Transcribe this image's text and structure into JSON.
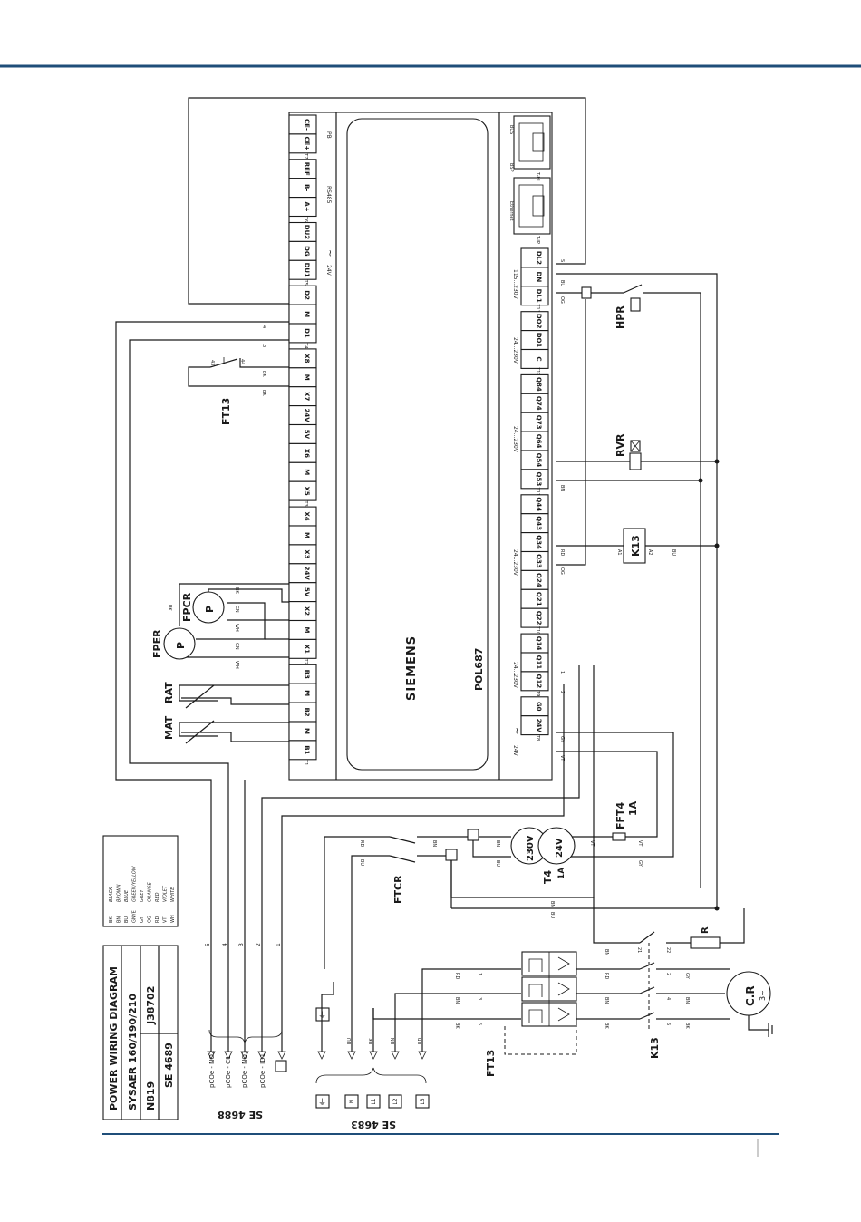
{
  "brand": "SIEMENS",
  "controller": "POL687",
  "title_block": {
    "title": "POWER WIRING DIAGRAM",
    "model": "SYSAER 160/190/210",
    "code_a": "N819",
    "code_b": "J38702",
    "drawing": "SE 4689"
  },
  "colour_legend": [
    {
      "code": "BK",
      "name": "BLACK"
    },
    {
      "code": "BN",
      "name": "BROWN"
    },
    {
      "code": "BU",
      "name": "BLUE"
    },
    {
      "code": "GNYE",
      "name": "GREEN/YELLOW"
    },
    {
      "code": "GY",
      "name": "GREY"
    },
    {
      "code": "OG",
      "name": "ORANGE"
    },
    {
      "code": "RD",
      "name": "RED"
    },
    {
      "code": "VT",
      "name": "VIOLET"
    },
    {
      "code": "WH",
      "name": "WHITE"
    }
  ],
  "left_terminals": [
    {
      "label": "CE-",
      "group": ""
    },
    {
      "label": "CE+",
      "group": "T7"
    },
    {
      "label": "REF",
      "group": ""
    },
    {
      "label": "B-",
      "group": ""
    },
    {
      "label": "A+",
      "group": "T6"
    },
    {
      "label": "DU2",
      "group": ""
    },
    {
      "label": "DG",
      "group": ""
    },
    {
      "label": "DU1",
      "group": "T5"
    },
    {
      "label": "D2",
      "group": ""
    },
    {
      "label": "M",
      "group": ""
    },
    {
      "label": "D1",
      "group": "T4"
    },
    {
      "label": "X8",
      "group": ""
    },
    {
      "label": "M",
      "group": ""
    },
    {
      "label": "X7",
      "group": ""
    },
    {
      "label": "24V",
      "group": ""
    },
    {
      "label": "5V",
      "group": ""
    },
    {
      "label": "X6",
      "group": ""
    },
    {
      "label": "M",
      "group": ""
    },
    {
      "label": "X5",
      "group": "T3"
    },
    {
      "label": "X4",
      "group": ""
    },
    {
      "label": "M",
      "group": ""
    },
    {
      "label": "X3",
      "group": ""
    },
    {
      "label": "24V",
      "group": ""
    },
    {
      "label": "5V",
      "group": ""
    },
    {
      "label": "X2",
      "group": ""
    },
    {
      "label": "M",
      "group": ""
    },
    {
      "label": "X1",
      "group": "T2"
    },
    {
      "label": "B3",
      "group": ""
    },
    {
      "label": "M",
      "group": ""
    },
    {
      "label": "B2",
      "group": ""
    },
    {
      "label": "M",
      "group": ""
    },
    {
      "label": "B1",
      "group": "T1"
    }
  ],
  "right_terminals": [
    {
      "label": "DL2",
      "group": ""
    },
    {
      "label": "DN",
      "group": ""
    },
    {
      "label": "DL1",
      "group": "T13"
    },
    {
      "label": "DO2",
      "group": ""
    },
    {
      "label": "DO1",
      "group": ""
    },
    {
      "label": "C",
      "group": "T12"
    },
    {
      "label": "Q84",
      "group": ""
    },
    {
      "label": "Q74",
      "group": ""
    },
    {
      "label": "Q73",
      "group": ""
    },
    {
      "label": "Q64",
      "group": ""
    },
    {
      "label": "Q54",
      "group": ""
    },
    {
      "label": "Q53",
      "group": "T11"
    },
    {
      "label": "Q44",
      "group": ""
    },
    {
      "label": "Q43",
      "group": ""
    },
    {
      "label": "Q34",
      "group": ""
    },
    {
      "label": "Q33",
      "group": ""
    },
    {
      "label": "Q24",
      "group": ""
    },
    {
      "label": "Q21",
      "group": ""
    },
    {
      "label": "Q22",
      "group": "T10"
    },
    {
      "label": "Q14",
      "group": ""
    },
    {
      "label": "Q11",
      "group": ""
    },
    {
      "label": "Q12",
      "group": "T9"
    },
    {
      "label": "G0",
      "group": ""
    },
    {
      "label": "24V",
      "group": "T8"
    }
  ],
  "side_labels": {
    "pb": "PB",
    "rs485": "RS485",
    "v24_left": "24V",
    "bus": "BUS",
    "bsp": "BSP",
    "t_hi": "T-HI",
    "ethernet": "Ethernet",
    "t_ip": "T-IP",
    "v115_230": "115...230V",
    "v24_230_a": "24...230V",
    "v24_230_b": "24...230V",
    "v24_230_c": "24...230V",
    "v24_230_d": "24...230V",
    "v24_right": "24V"
  },
  "components": {
    "fper": "FPER",
    "fpcr": "FPCR",
    "rat": "RAT",
    "mat": "MAT",
    "ft13_top": "FT13",
    "hpr": "HPR",
    "rvr": "RVR",
    "k13_coil": "K13",
    "fft4": "FFT4",
    "fft4_rating": "1A",
    "t4": "T4",
    "t4_rating": "1A",
    "t4_primary": "230V",
    "t4_secondary": "24V",
    "ftcr": "FTCR",
    "r": "R",
    "cr": "C.R",
    "cr_phase": "3~",
    "ft13_bottom": "FT13",
    "k13_bottom": "K13"
  },
  "wire_labels": {
    "bk": "BK",
    "bn": "BN",
    "bu": "BU",
    "gn": "GN",
    "wh": "WH",
    "rd": "RD",
    "og": "OG",
    "gy": "GY",
    "vt": "VT",
    "s": "S",
    "p": "P",
    "n1": "1",
    "n2": "2",
    "n3": "3",
    "n4": "4",
    "n5": "5",
    "c43": "43",
    "c44": "44",
    "a1": "A1",
    "a2": "A2",
    "k21": "21",
    "k22": "22",
    "k2": "2",
    "k4": "4",
    "k6": "6",
    "k1": "1",
    "k3": "3",
    "k5": "5"
  },
  "terminal_block_4688": {
    "label": "SE 4688",
    "pins": [
      "pCOe - NO2",
      "pCOe - C1",
      "pCOe - NO1",
      "pCOe - ID1"
    ],
    "numbers": [
      "5",
      "4",
      "3",
      "2",
      "1"
    ]
  },
  "terminal_block_4683": {
    "label": "SE 4683",
    "pins": [
      "N",
      "L1",
      "L2",
      "L3"
    ],
    "wires": [
      "BU",
      "BK",
      "BN",
      "RD"
    ]
  }
}
